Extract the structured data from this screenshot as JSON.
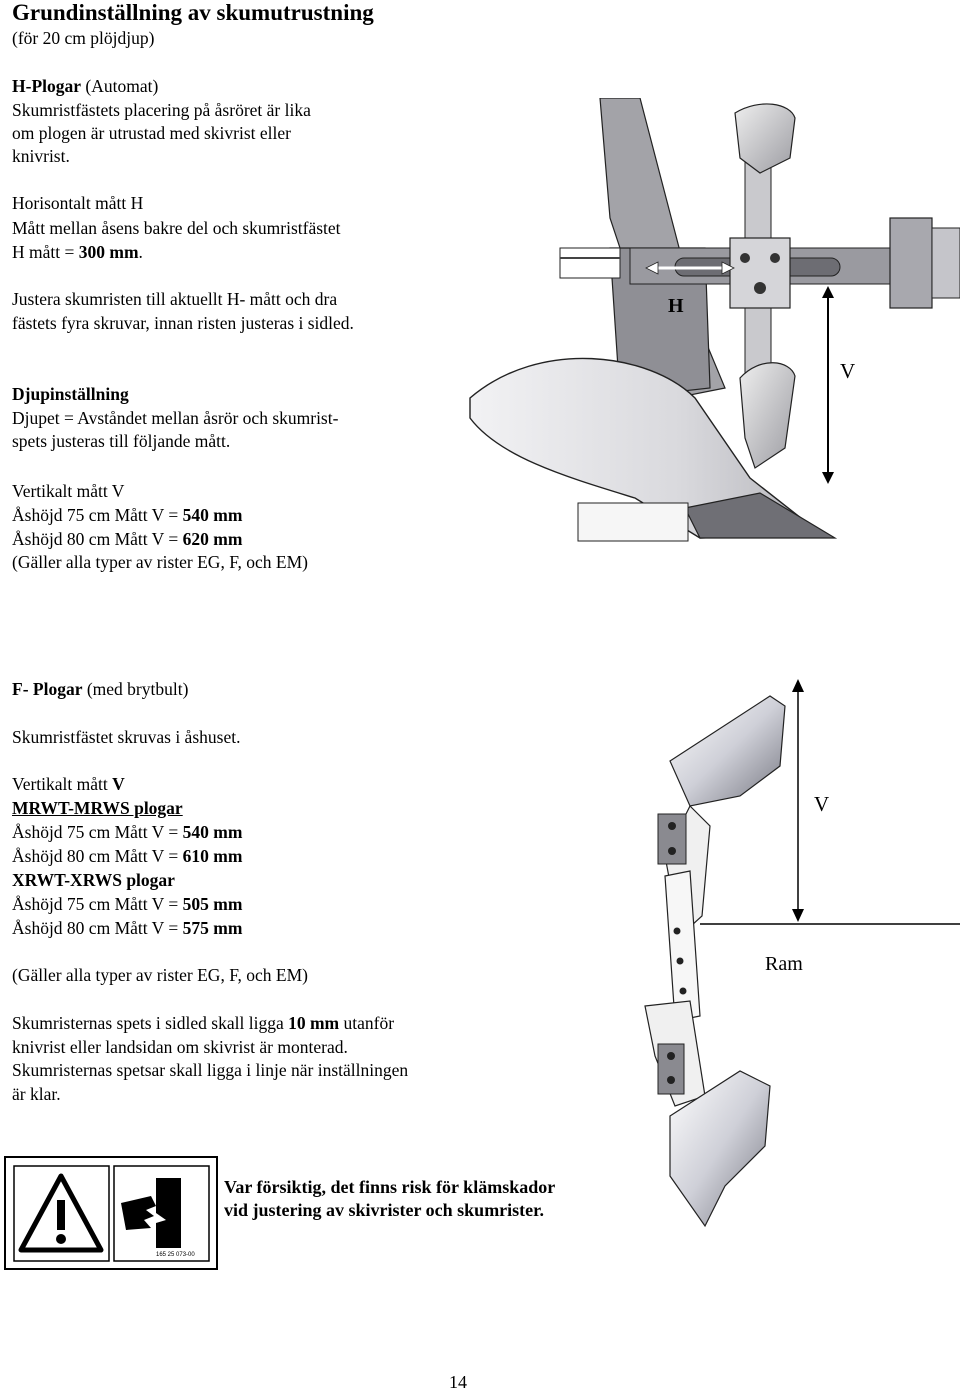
{
  "doc": {
    "title": "Grundinställning av skumutrustning",
    "subtitle": "(för 20 cm plöjdjup)",
    "h_section": {
      "heading_bold": "H-Plogar",
      "heading_rest": " (Automat)",
      "desc1": "Skumristfästets placering på åsröret är lika",
      "desc2": "om plogen är utrustad med skivrist eller",
      "desc3": "knivrist.",
      "horiz_title": "Horisontalt mått H",
      "horiz_desc": "Mått mellan åsens bakre del och skumristfästet",
      "h_measure_label": "H mått  = ",
      "h_measure_value": "300 mm",
      "h_measure_end": ".",
      "adjust1": "Justera skumristen till aktuellt H- mått  och dra",
      "adjust2": "fästets fyra skruvar, innan risten justeras i sidled."
    },
    "depth": {
      "heading": "Djupinställning",
      "line1": "Djupet = Avståndet mellan åsrör och skumrist-",
      "line2": "spets justeras till följande mått.",
      "vert_title": "Vertikalt mått V",
      "row1_label": "Åshöjd 75 cm    Mått V = ",
      "row1_value": "540 mm",
      "row2_label": "Åshöjd 80 cm    Mått V = ",
      "row2_value": "620 mm",
      "note": "(Gäller alla typer av rister EG, F, och EM)"
    },
    "f_section": {
      "heading_bold": "F- Plogar",
      "heading_rest": "  (med brytbult)",
      "mount": "Skumristfästet skruvas i åshuset.",
      "vert_label": "Vertikalt mått ",
      "vert_bold": "V",
      "mrwt_title": "MRWT-MRWS plogar",
      "mrwt_row1_label": "Åshöjd 75 cm    Mått V = ",
      "mrwt_row1_value": "540  mm",
      "mrwt_row2_label": "Åshöjd 80 cm    Mått V = ",
      "mrwt_row2_value": "610  mm",
      "xrwt_title": "XRWT-XRWS plogar",
      "xrwt_row1_label": "Åshöjd 75 cm    Mått V = ",
      "xrwt_row1_value": "505  mm",
      "xrwt_row2_label": "Åshöjd 80 cm    Mått V = ",
      "xrwt_row2_value": "575 mm",
      "note": "(Gäller alla typer av rister EG, F, och EM)",
      "tip1_a": "Skumristernas spets i sidled skall ligga ",
      "tip1_b": "10 mm",
      "tip1_c": " utanför",
      "tip2": "knivrist eller landsidan om skivrist är monterad.",
      "tip3": "Skumristernas spetsar skall ligga i linje när inställningen",
      "tip4": "är klar."
    },
    "warning": {
      "line1": "Var försiktig, det finns risk för klämskador",
      "line2": "vid justering av  skivrister och skumrister.",
      "code": "165 25 073-00"
    },
    "figure1": {
      "label_h": "H",
      "label_v": "V"
    },
    "figure2": {
      "label_v": "V",
      "label_ram": "Ram"
    },
    "page_number": "14"
  }
}
